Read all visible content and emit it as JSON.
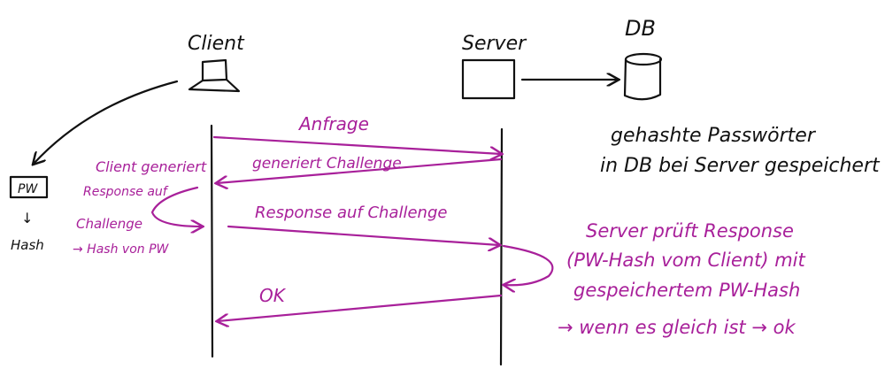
{
  "actors": {
    "client": "Client",
    "server": "Server",
    "db": "DB"
  },
  "db_note": {
    "line1": "gehashte Passwörter",
    "line2": "in DB bei Server gespeichert"
  },
  "client_side": {
    "pw_box": "PW",
    "down_arrow": "↓",
    "hash": "Hash"
  },
  "messages": {
    "request": "Anfrage",
    "challenge": "generiert Challenge",
    "response": "Response auf Challenge",
    "ok": "OK"
  },
  "client_note": {
    "line1": "Client generiert",
    "line2": "Response auf",
    "line3": "Challenge",
    "line4": "→ Hash von PW"
  },
  "server_note": {
    "line1": "Server prüft Response",
    "line2": "(PW-Hash vom Client) mit",
    "line3": "gespeichertem PW-Hash",
    "line4": "→ wenn es gleich ist → ok"
  },
  "colors": {
    "ink": "#111111",
    "accent": "#a8209a"
  }
}
